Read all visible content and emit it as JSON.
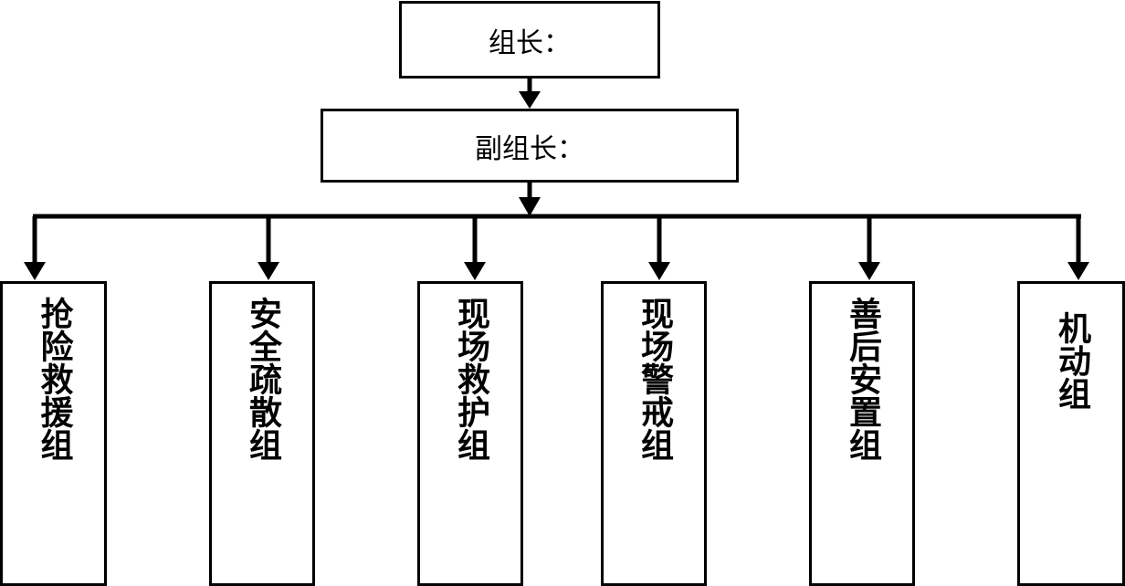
{
  "leader": {
    "label": "组长："
  },
  "deputy": {
    "label": "副组长："
  },
  "groups": [
    {
      "label": "抢险救援组"
    },
    {
      "label": "安全疏散组"
    },
    {
      "label": "现场救护组"
    },
    {
      "label": "现场警戒组"
    },
    {
      "label": "善后安置组"
    },
    {
      "label": "机动组"
    }
  ]
}
